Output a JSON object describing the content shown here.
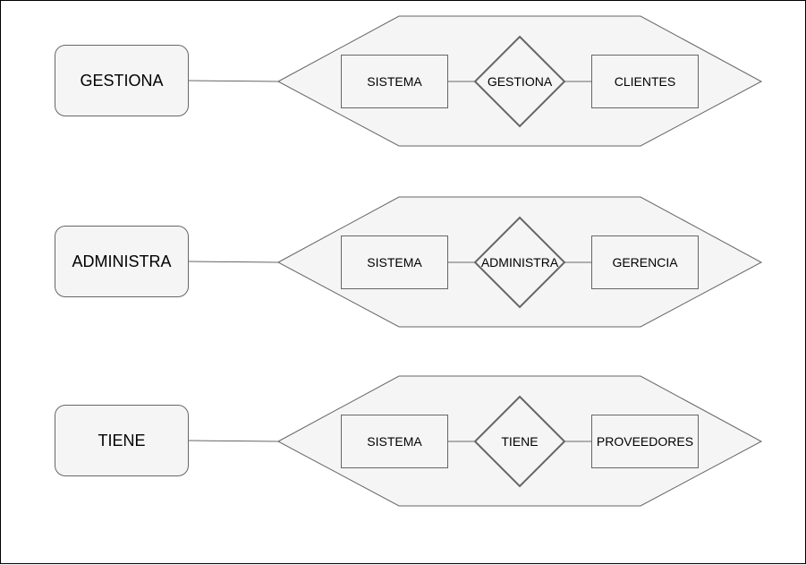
{
  "colors": {
    "fill": "#f5f5f5",
    "stroke": "#666666",
    "border": "#000000"
  },
  "rows": [
    {
      "label": "GESTIONA",
      "entity_left": "SISTEMA",
      "relationship": "GESTIONA",
      "entity_right": "CLIENTES"
    },
    {
      "label": "ADMINISTRA",
      "entity_left": "SISTEMA",
      "relationship": "ADMINISTRA",
      "entity_right": "GERENCIA"
    },
    {
      "label": "TIENE",
      "entity_left": "SISTEMA",
      "relationship": "TIENE",
      "entity_right": "PROVEEDORES"
    }
  ]
}
